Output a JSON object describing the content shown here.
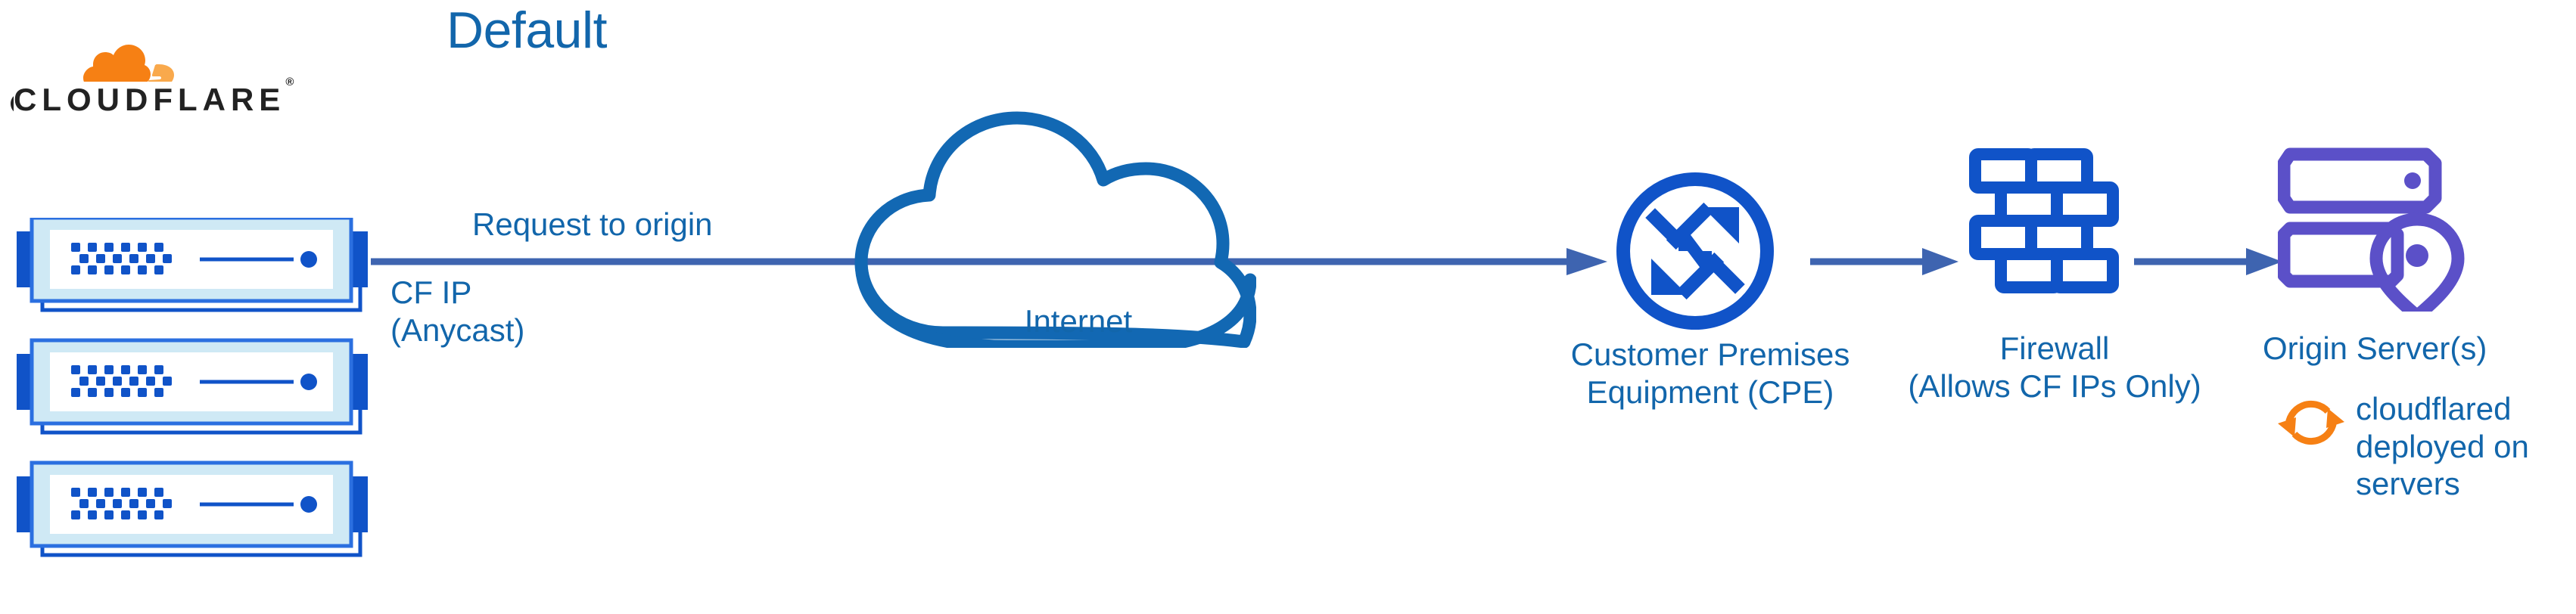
{
  "diagram": {
    "title": "Default",
    "title_color": "#1266ab",
    "background": "#ffffff",
    "accent_blue": "#1266ab",
    "node_blue": "#1053c8",
    "arrow_blue": "#3e64b0",
    "origin_purple": "#5b50c8",
    "cloudflare_orange": "#f68014",
    "cloudflare_orange_light": "#f9a94c",
    "logo_text_color": "#222222"
  },
  "brand": {
    "wordmark": "CLOUDFLARE",
    "registered_mark": "®",
    "icon": "cloudflare-cloud-logo"
  },
  "nodes": {
    "datacenter": {
      "name": "cloudflare-edge-servers",
      "server_count": 3,
      "caption_line1": "CF IP",
      "caption_line2": "(Anycast)"
    },
    "internet": {
      "label": "Internet",
      "icon": "cloud-icon"
    },
    "cpe": {
      "label_line1": "Customer Premises",
      "label_line2": "Equipment (CPE)",
      "icon": "router-four-arrows-icon"
    },
    "firewall": {
      "label_line1": "Firewall",
      "label_line2": "(Allows CF IPs Only)",
      "icon": "brick-wall-icon"
    },
    "origin": {
      "label": "Origin Server(s)",
      "icon": "server-rack-location-pin-icon",
      "note_icon": "sync-refresh-icon",
      "note_line1": "cloudflared",
      "note_line2": "deployed on",
      "note_line3": "servers"
    }
  },
  "flows": [
    {
      "name": "request-to-origin",
      "label": "Request to origin",
      "from": "cloudflare-edge",
      "to": "cpe"
    },
    {
      "name": "cpe-to-firewall",
      "label": "",
      "from": "cpe",
      "to": "firewall"
    },
    {
      "name": "firewall-to-origin",
      "label": "",
      "from": "firewall",
      "to": "origin"
    }
  ]
}
